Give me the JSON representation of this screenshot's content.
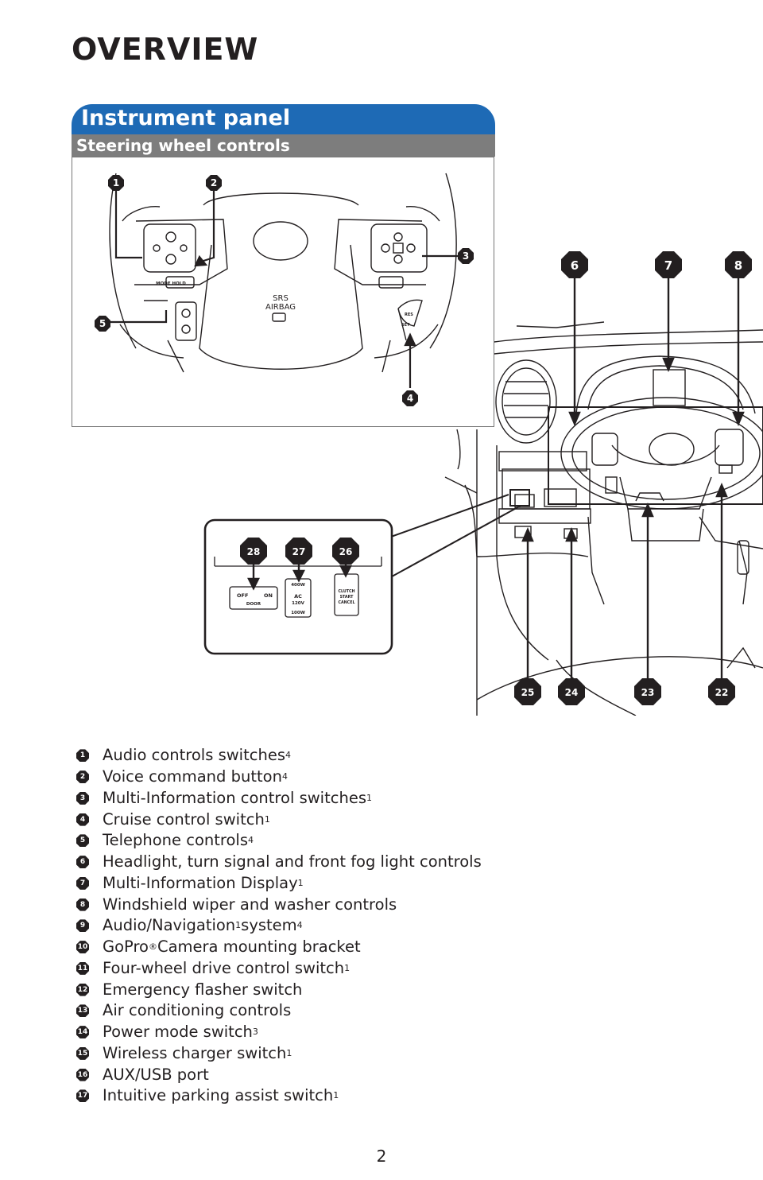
{
  "page": {
    "title": "OVERVIEW",
    "page_number": "2"
  },
  "panel": {
    "header": "Instrument panel",
    "subheader": "Steering wheel controls"
  },
  "wheel_labels": {
    "mode_hold": "MODE HOLD",
    "srs": "SRS",
    "airbag": "AIRBAG",
    "res": "RES",
    "set": "SET"
  },
  "console_switches": {
    "door_off": "OFF",
    "door_on": "ON",
    "door": "DOOR",
    "w400": "400W",
    "ac": "AC",
    "v120": "120V",
    "w100": "100W",
    "clutch": "CLUTCH",
    "start": "START",
    "cancel": "CANCEL"
  },
  "callouts": {
    "c1": "1",
    "c2": "2",
    "c3": "3",
    "c4": "4",
    "c5": "5",
    "c6": "6",
    "c7": "7",
    "c8": "8",
    "c22": "22",
    "c23": "23",
    "c24": "24",
    "c25": "25",
    "c26": "26",
    "c27": "27",
    "c28": "28"
  },
  "legend": [
    {
      "num": "1",
      "text": "Audio controls switches",
      "sup": "4",
      "text2": "",
      "sup2": ""
    },
    {
      "num": "2",
      "text": "Voice command button",
      "sup": "4",
      "text2": "",
      "sup2": ""
    },
    {
      "num": "3",
      "text": "Multi-Information control switches",
      "sup": "1",
      "text2": "",
      "sup2": ""
    },
    {
      "num": "4",
      "text": "Cruise control switch",
      "sup": "1",
      "text2": "",
      "sup2": ""
    },
    {
      "num": "5",
      "text": "Telephone controls",
      "sup": "4",
      "text2": "",
      "sup2": ""
    },
    {
      "num": "6",
      "text": "Headlight, turn signal and front fog light controls",
      "sup": "",
      "text2": "",
      "sup2": ""
    },
    {
      "num": "7",
      "text": "Multi-Information Display",
      "sup": "1",
      "text2": "",
      "sup2": ""
    },
    {
      "num": "8",
      "text": "Windshield wiper and washer controls",
      "sup": "",
      "text2": "",
      "sup2": ""
    },
    {
      "num": "9",
      "text": "Audio/Navigation",
      "sup": "1",
      "text2": " system",
      "sup2": "4"
    },
    {
      "num": "10",
      "text": "GoPro",
      "sup": "®",
      "text2": " Camera mounting bracket",
      "sup2": ""
    },
    {
      "num": "11",
      "text": "Four-wheel drive control switch",
      "sup": "1",
      "text2": "",
      "sup2": ""
    },
    {
      "num": "12",
      "text": "Emergency flasher switch",
      "sup": "",
      "text2": "",
      "sup2": ""
    },
    {
      "num": "13",
      "text": "Air conditioning controls",
      "sup": "",
      "text2": "",
      "sup2": ""
    },
    {
      "num": "14",
      "text": "Power mode switch",
      "sup": "3",
      "text2": "",
      "sup2": ""
    },
    {
      "num": "15",
      "text": "Wireless charger switch",
      "sup": "1",
      "text2": "",
      "sup2": ""
    },
    {
      "num": "16",
      "text": "AUX/USB port",
      "sup": "",
      "text2": "",
      "sup2": ""
    },
    {
      "num": "17",
      "text": "Intuitive parking assist switch",
      "sup": "1",
      "text2": "",
      "sup2": ""
    }
  ]
}
